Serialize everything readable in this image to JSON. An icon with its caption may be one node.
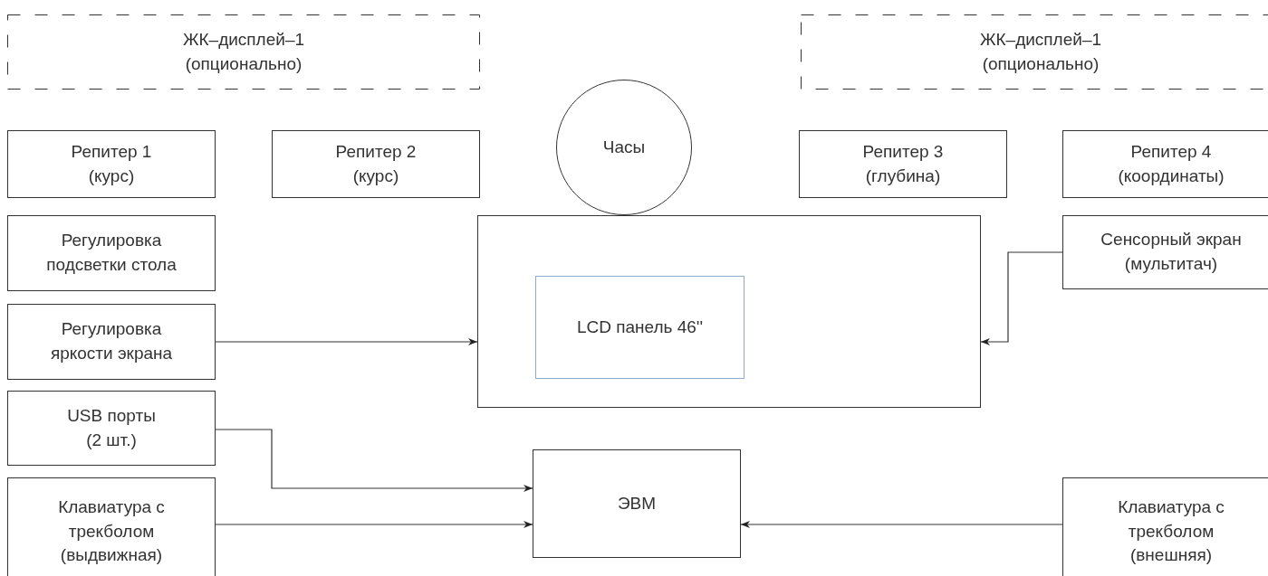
{
  "diagram": {
    "nodes": [
      {
        "text": [
          "ЖК–дисплей–1 (опционально)"
        ]
      },
      {
        "text": [
          "ЖК–дисплей–1 (опционально)"
        ]
      },
      {
        "text": [
          "Репитер 1 (курс)"
        ]
      },
      {
        "text": [
          "Репитер 2 (курс)"
        ]
      },
      {
        "text": [
          "Часы"
        ]
      },
      {
        "text": [
          "Репитер 3 (глубина)"
        ]
      },
      {
        "text": [
          "Репитер 4 (координаты)"
        ]
      },
      {
        "text": [
          "Регулировка подсветки стола"
        ]
      },
      {
        "text": [
          "Сенсорный экран (мультитач)"
        ]
      },
      {
        "text": [
          "Регулировка яркости экрана"
        ]
      },
      {
        "text": [],
        "shape": "box"
      },
      {
        "text": [
          "LCD панель 46''"
        ],
        "in": 10
      },
      {
        "text": [
          "USB порты (2 шт.)"
        ]
      },
      {
        "text": [
          "ЭВМ"
        ]
      },
      {
        "text": [
          "Клавиатура с трекболом (выдвижная)"
        ]
      },
      {
        "text": [
          "Клавиатура с трекболом (внешняя)"
        ]
      }
    ],
    "edges": [
      {
        "from": 9,
        "to": 10,
        "arrow": "to"
      },
      {
        "from": 8,
        "to": 10,
        "arrow": "to"
      },
      {
        "from": 12,
        "to": 13,
        "arrow": "to"
      },
      {
        "from": 14,
        "to": 13,
        "arrow": "to"
      },
      {
        "from": 15,
        "to": 13,
        "arrow": "to"
      }
    ]
  }
}
